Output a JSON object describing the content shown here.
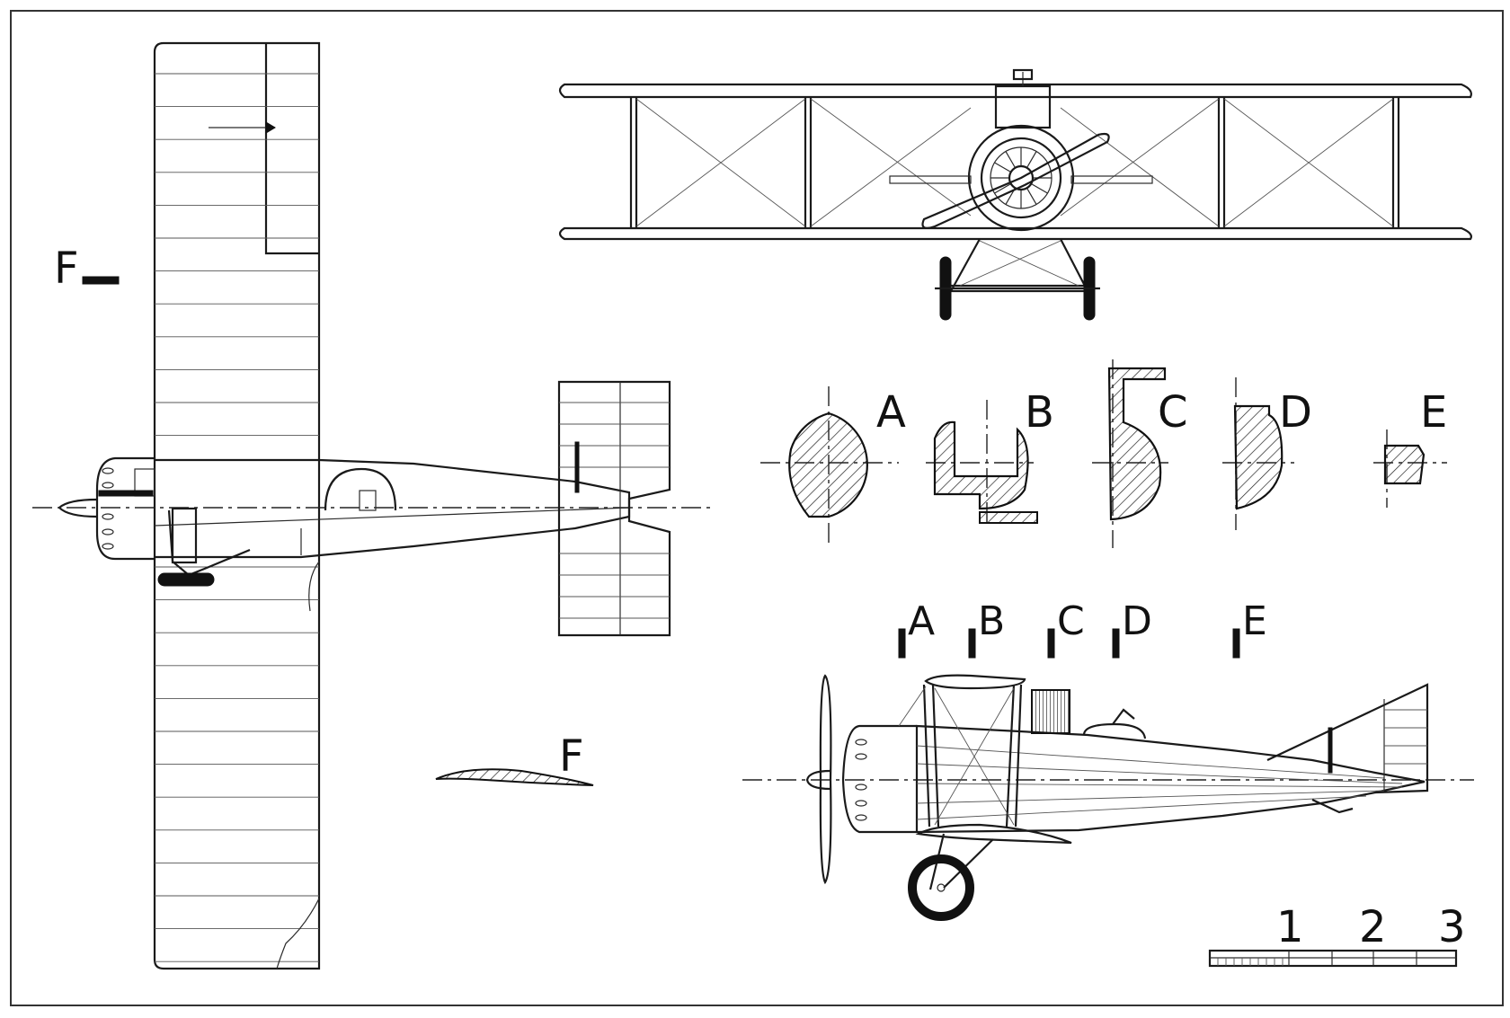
{
  "title": "",
  "labels": {
    "f_top": "F",
    "f_airfoil": "F",
    "sec_a": "A",
    "sec_b": "B",
    "sec_c": "C",
    "sec_d": "D",
    "sec_e": "E",
    "station_a": "A",
    "station_b": "B",
    "station_c": "C",
    "station_d": "D",
    "station_e": "E"
  },
  "scale_bar": {
    "ticks": [
      "1",
      "2",
      "3"
    ]
  }
}
